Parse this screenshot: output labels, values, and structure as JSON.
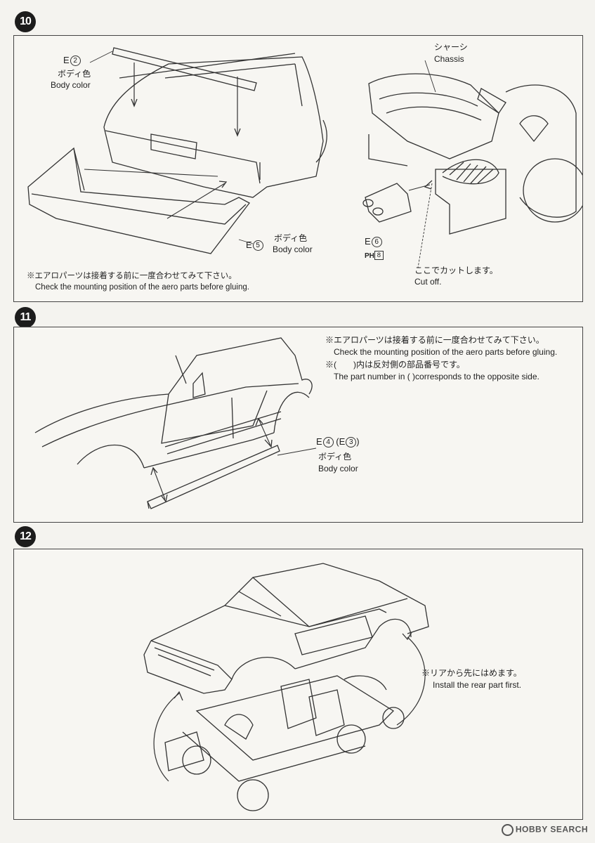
{
  "steps": {
    "s10": {
      "number": "10",
      "parts": {
        "e2": {
          "letter": "E",
          "num": "2",
          "jp": "ボディ色",
          "en": "Body color"
        },
        "e5": {
          "letter": "E",
          "num": "5",
          "jp": "ボディ色",
          "en": "Body color"
        },
        "e6": {
          "letter": "E",
          "num": "6",
          "ph_prefix": "PH",
          "ph_num": "8"
        }
      },
      "chassis": {
        "jp": "シャーシ",
        "en": "Chassis"
      },
      "cut": {
        "jp": "ここでカットします。",
        "en": "Cut off."
      },
      "note": {
        "jp": "※エアロパーツは接着する前に一度合わせてみて下さい。",
        "en": "Check the mounting position of the aero parts before gluing."
      }
    },
    "s11": {
      "number": "11",
      "note1": {
        "jp": "※エアロパーツは接着する前に一度合わせてみて下さい。",
        "en": "Check the mounting position of the aero parts before gluing."
      },
      "note2": {
        "jp": "※(　　)内は反対側の部品番号です。",
        "en": "The part number in (   )corresponds to the opposite side."
      },
      "parts": {
        "e4": {
          "letter": "E",
          "num": "4",
          "alt_letter": "E",
          "alt_num": "3",
          "jp": "ボディ色",
          "en": "Body color"
        }
      }
    },
    "s12": {
      "number": "12",
      "note": {
        "jp": "※リアから先にはめます。",
        "en": "Install the rear part first."
      }
    }
  },
  "watermark": "HOBBY SEARCH"
}
